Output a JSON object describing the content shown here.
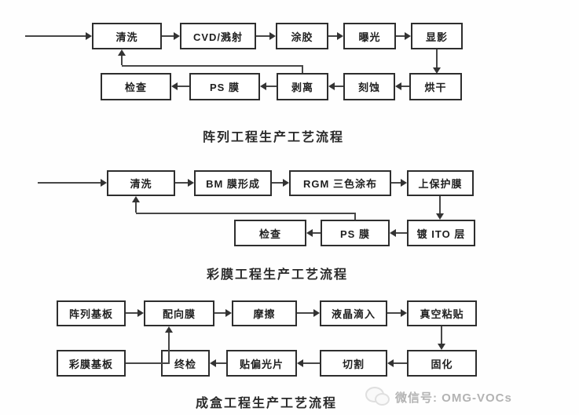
{
  "charts": [
    {
      "title": "阵列工程生产工艺流程",
      "row1": [
        "清洗",
        "CVD/溅射",
        "涂胶",
        "曝光",
        "显影"
      ],
      "row2": [
        "检查",
        "PS 膜",
        "剥离",
        "刻蚀",
        "烘干"
      ],
      "flow_sequence": [
        "清洗",
        "CVD/溅射",
        "涂胶",
        "曝光",
        "显影",
        "烘干",
        "刻蚀",
        "剥离",
        "PS 膜",
        "检查"
      ],
      "feedback_arrow": {
        "from": "剥离",
        "to": "清洗"
      }
    },
    {
      "title": "彩膜工程生产工艺流程",
      "row1": [
        "清洗",
        "BM 膜形成",
        "RGM 三色涂布",
        "上保护膜"
      ],
      "row2": [
        "检查",
        "PS 膜",
        "镀 ITO 层"
      ],
      "flow_sequence": [
        "清洗",
        "BM 膜形成",
        "RGM 三色涂布",
        "上保护膜",
        "镀 ITO 层",
        "PS 膜",
        "检查"
      ],
      "feedback_arrow": {
        "from": "PS 膜",
        "to": "清洗"
      }
    },
    {
      "title": "成盒工程生产工艺流程",
      "row1": [
        "阵列基板",
        "配向膜",
        "摩擦",
        "液晶滴入",
        "真空粘贴"
      ],
      "row2": [
        "彩膜基板",
        "终检",
        "贴偏光片",
        "切割",
        "固化"
      ],
      "flow_sequence": [
        "阵列基板",
        "配向膜",
        "摩擦",
        "液晶滴入",
        "真空粘贴",
        "固化",
        "切割",
        "贴偏光片",
        "终检"
      ],
      "feedback_arrow": {
        "from": "彩膜基板",
        "to": "配向膜"
      }
    }
  ],
  "watermark": {
    "icon": "wechat-icon",
    "label": "微信号: OMG-VOCs"
  },
  "colors": {
    "background": "#fefefe",
    "box_border": "#2e2e2e",
    "box_fill": "#ffffff",
    "line": "#474747",
    "text": "#1f1f1f",
    "watermark_text": "#b3b3b3"
  }
}
